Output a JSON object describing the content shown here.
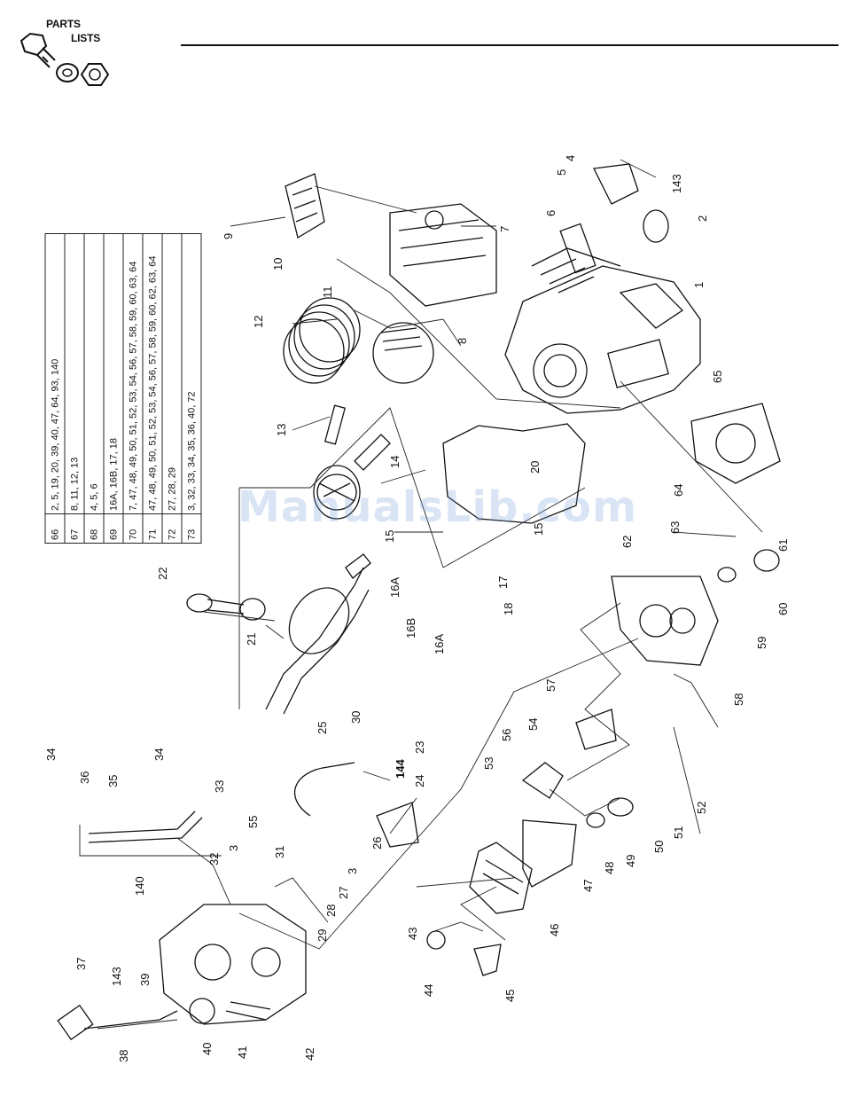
{
  "header": {
    "logo_line1": "PARTS",
    "logo_line2": "LISTS"
  },
  "kit_table": {
    "rows": [
      {
        "kit": "66",
        "parts": "2, 5, 19, 20, 39, 40, 47, 64, 93, 140"
      },
      {
        "kit": "67",
        "parts": "8, 11, 12, 13"
      },
      {
        "kit": "68",
        "parts": "4, 5, 6"
      },
      {
        "kit": "69",
        "parts": "16A, 16B, 17, 18"
      },
      {
        "kit": "70",
        "parts": "7, 47, 48, 49, 50, 51, 52, 53, 54, 56, 57, 58, 59, 60, 63, 64"
      },
      {
        "kit": "71",
        "parts": "47, 48, 49, 50, 51, 52, 53, 54, 56, 57, 58, 59, 60, 62, 63, 64"
      },
      {
        "kit": "72",
        "parts": "27, 28, 29"
      },
      {
        "kit": "73",
        "parts": "3, 32, 33, 34, 35, 36, 40, 72"
      }
    ]
  },
  "callouts": [
    "1",
    "2",
    "3",
    "4",
    "5",
    "6",
    "7",
    "8",
    "9",
    "10",
    "11",
    "12",
    "13",
    "14",
    "15",
    "15",
    "16A",
    "16A",
    "16B",
    "17",
    "18",
    "20",
    "21",
    "22",
    "23",
    "24",
    "25",
    "26",
    "27",
    "28",
    "29",
    "30",
    "31",
    "32",
    "33",
    "34",
    "34",
    "35",
    "36",
    "37",
    "38",
    "39",
    "40",
    "41",
    "42",
    "43",
    "44",
    "45",
    "46",
    "47",
    "48",
    "49",
    "50",
    "51",
    "52",
    "53",
    "54",
    "55",
    "56",
    "57",
    "58",
    "59",
    "60",
    "61",
    "62",
    "63",
    "64",
    "65",
    "140",
    "143",
    "143",
    "144",
    "3"
  ],
  "watermark": "ManualsLib.com"
}
